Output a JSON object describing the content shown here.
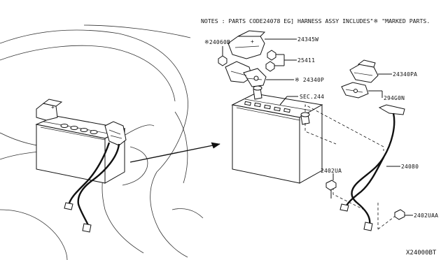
{
  "notes": "NOTES : PARTS CODE24078 EG] HARNESS ASSY INCLUDES\"※ \"MARKED PARTS.",
  "labels": {
    "p24345w": "24345W",
    "p24060b": "※24060B",
    "p25411": "25411",
    "p24340p": "※ 24340P",
    "sec244": "SEC.244",
    "p24340pa": "24340PA",
    "p294g0n": "294G0N",
    "p24080": "24080",
    "p2402ua": "2402UA",
    "p2402uaa": "2402UAA"
  },
  "reference": "X24000BT"
}
